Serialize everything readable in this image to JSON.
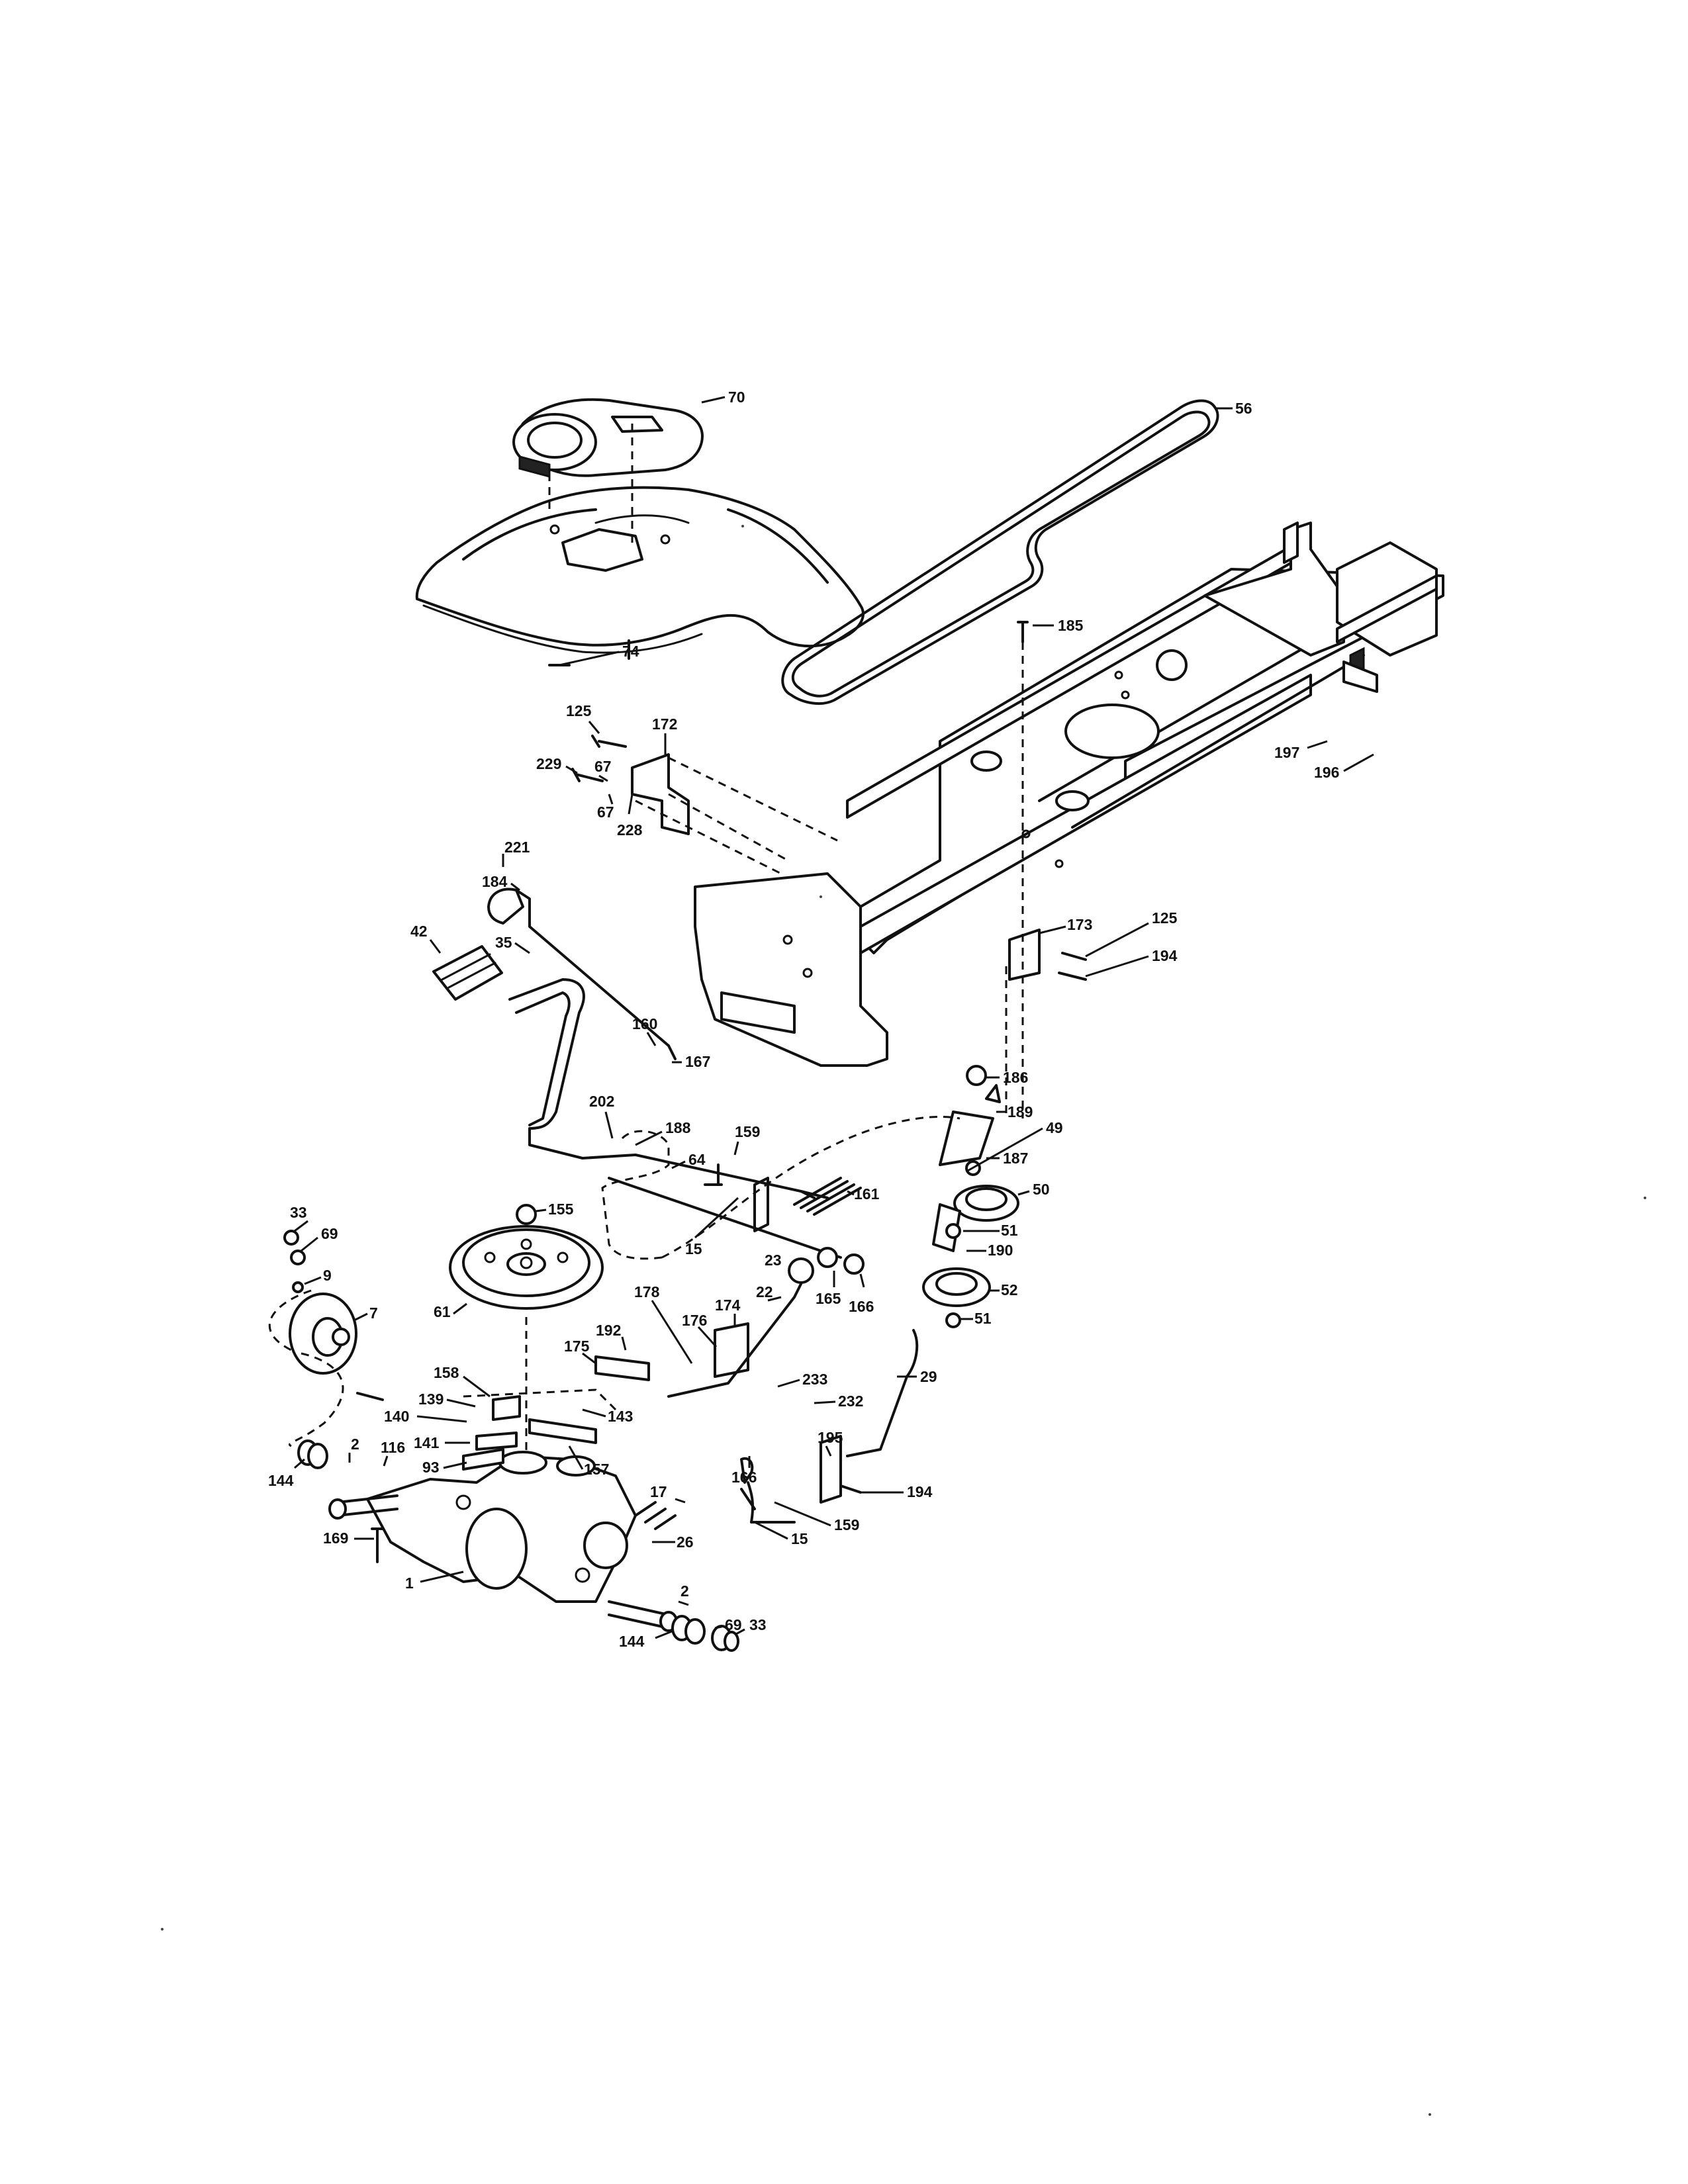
{
  "diagram": {
    "type": "exploded-parts-diagram",
    "callouts": [
      {
        "id": "c70",
        "label": "70"
      },
      {
        "id": "c56",
        "label": "56"
      },
      {
        "id": "c74",
        "label": "74"
      },
      {
        "id": "c185",
        "label": "185"
      },
      {
        "id": "c125a",
        "label": "125"
      },
      {
        "id": "c172",
        "label": "172"
      },
      {
        "id": "c229",
        "label": "229"
      },
      {
        "id": "c67a",
        "label": "67"
      },
      {
        "id": "c67b",
        "label": "67"
      },
      {
        "id": "c228",
        "label": "228"
      },
      {
        "id": "c197",
        "label": "197"
      },
      {
        "id": "c196",
        "label": "196"
      },
      {
        "id": "c221",
        "label": "221"
      },
      {
        "id": "c184",
        "label": "184"
      },
      {
        "id": "c42",
        "label": "42"
      },
      {
        "id": "c35",
        "label": "35"
      },
      {
        "id": "c173",
        "label": "173"
      },
      {
        "id": "c125b",
        "label": "125"
      },
      {
        "id": "c194a",
        "label": "194"
      },
      {
        "id": "c160",
        "label": "160"
      },
      {
        "id": "c167",
        "label": "167"
      },
      {
        "id": "c186",
        "label": "186"
      },
      {
        "id": "c202",
        "label": "202"
      },
      {
        "id": "c189",
        "label": "189"
      },
      {
        "id": "c49",
        "label": "49"
      },
      {
        "id": "c188",
        "label": "188"
      },
      {
        "id": "c159a",
        "label": "159"
      },
      {
        "id": "c64",
        "label": "64"
      },
      {
        "id": "c187",
        "label": "187"
      },
      {
        "id": "c161",
        "label": "161"
      },
      {
        "id": "c50",
        "label": "50"
      },
      {
        "id": "c155",
        "label": "155"
      },
      {
        "id": "c33a",
        "label": "33"
      },
      {
        "id": "c69a",
        "label": "69"
      },
      {
        "id": "c15a",
        "label": "15"
      },
      {
        "id": "c51a",
        "label": "51"
      },
      {
        "id": "c190",
        "label": "190"
      },
      {
        "id": "c9",
        "label": "9"
      },
      {
        "id": "c23",
        "label": "23"
      },
      {
        "id": "c165",
        "label": "165"
      },
      {
        "id": "c166a",
        "label": "166"
      },
      {
        "id": "c52",
        "label": "52"
      },
      {
        "id": "c7",
        "label": "7"
      },
      {
        "id": "c61",
        "label": "61"
      },
      {
        "id": "c178",
        "label": "178"
      },
      {
        "id": "c22",
        "label": "22"
      },
      {
        "id": "c174",
        "label": "174"
      },
      {
        "id": "c176",
        "label": "176"
      },
      {
        "id": "c51b",
        "label": "51"
      },
      {
        "id": "c192",
        "label": "192"
      },
      {
        "id": "c175",
        "label": "175"
      },
      {
        "id": "c29",
        "label": "29"
      },
      {
        "id": "c158",
        "label": "158"
      },
      {
        "id": "c233",
        "label": "233"
      },
      {
        "id": "c139",
        "label": "139"
      },
      {
        "id": "c140",
        "label": "140"
      },
      {
        "id": "c232",
        "label": "232"
      },
      {
        "id": "c143",
        "label": "143"
      },
      {
        "id": "c141",
        "label": "141"
      },
      {
        "id": "c2a",
        "label": "2"
      },
      {
        "id": "c116",
        "label": "116"
      },
      {
        "id": "c93",
        "label": "93"
      },
      {
        "id": "c157",
        "label": "157"
      },
      {
        "id": "c166b",
        "label": "166"
      },
      {
        "id": "c195",
        "label": "195"
      },
      {
        "id": "c144a",
        "label": "144"
      },
      {
        "id": "c194b",
        "label": "194"
      },
      {
        "id": "c17",
        "label": "17"
      },
      {
        "id": "c169",
        "label": "169"
      },
      {
        "id": "c26",
        "label": "26"
      },
      {
        "id": "c159b",
        "label": "159"
      },
      {
        "id": "c15b",
        "label": "15"
      },
      {
        "id": "c1",
        "label": "1"
      },
      {
        "id": "c2b",
        "label": "2"
      },
      {
        "id": "c69b",
        "label": "69"
      },
      {
        "id": "c33b",
        "label": "33"
      },
      {
        "id": "c144b",
        "label": "144"
      }
    ]
  }
}
